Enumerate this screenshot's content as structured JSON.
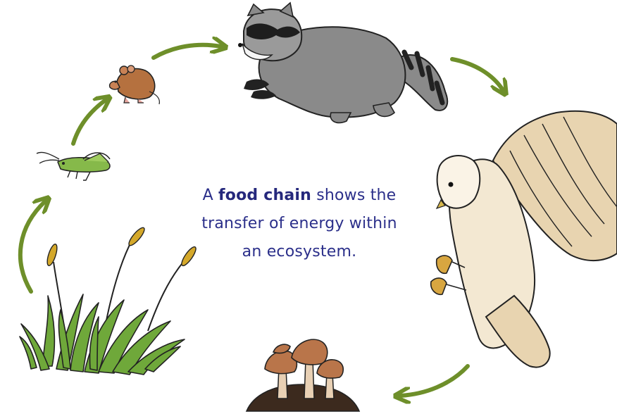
{
  "caption": {
    "prefix": "A ",
    "term": "food chain",
    "line1_rest": " shows the",
    "line2": "transfer of energy within",
    "line3": "an ecosystem."
  },
  "organisms": [
    {
      "id": "grass",
      "icon": "grass-icon"
    },
    {
      "id": "grasshopper",
      "icon": "grasshopper-icon"
    },
    {
      "id": "mouse",
      "icon": "mouse-icon"
    },
    {
      "id": "raccoon",
      "icon": "raccoon-icon"
    },
    {
      "id": "owl",
      "icon": "owl-icon"
    },
    {
      "id": "mushrooms",
      "icon": "mushroom-icon"
    }
  ],
  "colors": {
    "arrow": "#6e8f2a",
    "caption_text": "#2b2f8a",
    "grass": "#6fa83a",
    "raccoon_body": "#8a8a8a",
    "owl_body": "#efe2c8",
    "mushroom": "#b9754a"
  }
}
